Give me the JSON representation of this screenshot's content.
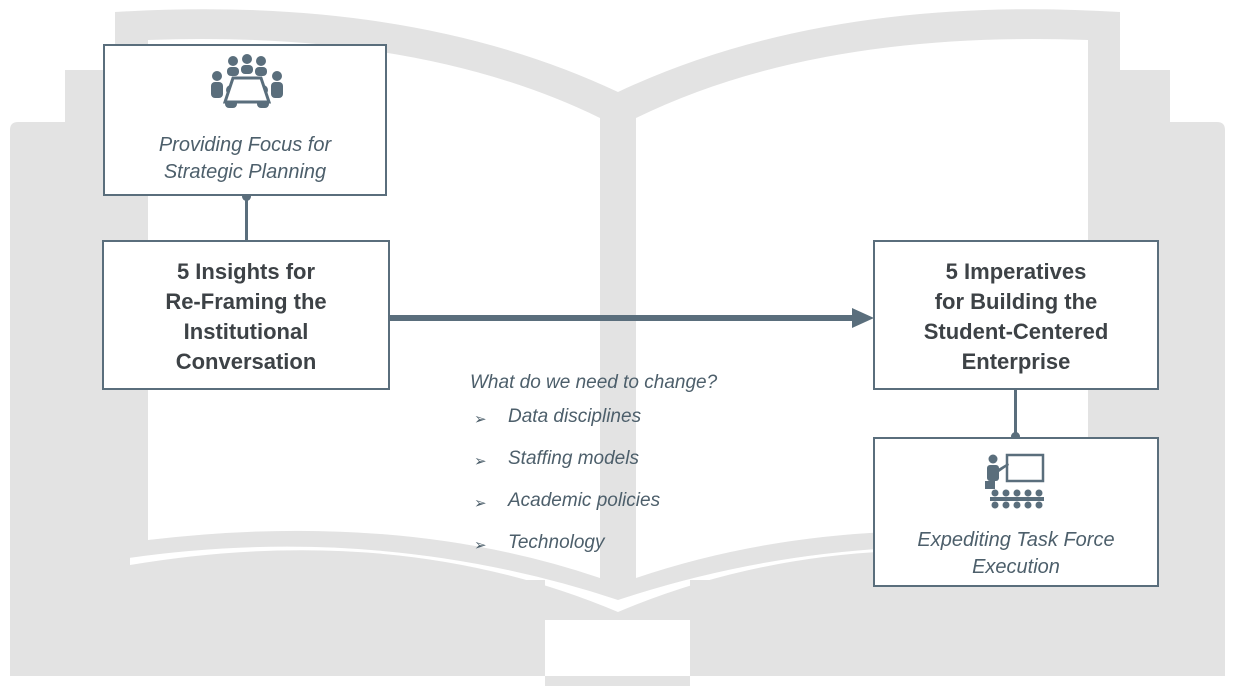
{
  "top_box": {
    "icon": "meeting-table-icon",
    "caption": [
      "Providing Focus for",
      "Strategic Planning"
    ]
  },
  "insights_box": {
    "title": [
      "5 Insights for",
      "Re-Framing the",
      "Institutional",
      "Conversation"
    ]
  },
  "imperatives_box": {
    "title": [
      "5 Imperatives",
      "for Building the",
      "Student-Centered",
      "Enterprise"
    ]
  },
  "bottom_box": {
    "icon": "classroom-presenter-icon",
    "caption": [
      "Expediting Task Force",
      "Execution"
    ]
  },
  "question": "What do we need to change?",
  "changes": [
    {
      "bullet": "➢",
      "text": "Data disciplines"
    },
    {
      "bullet": "➢",
      "text": "Staffing models"
    },
    {
      "bullet": "➢",
      "text": "Academic policies"
    },
    {
      "bullet": "➢",
      "text": "Technology"
    }
  ],
  "colors": {
    "book": "#e3e3e3",
    "accent": "#5a6e7c",
    "title_text": "#3d4246",
    "caption_text": "#4d5f6b"
  }
}
